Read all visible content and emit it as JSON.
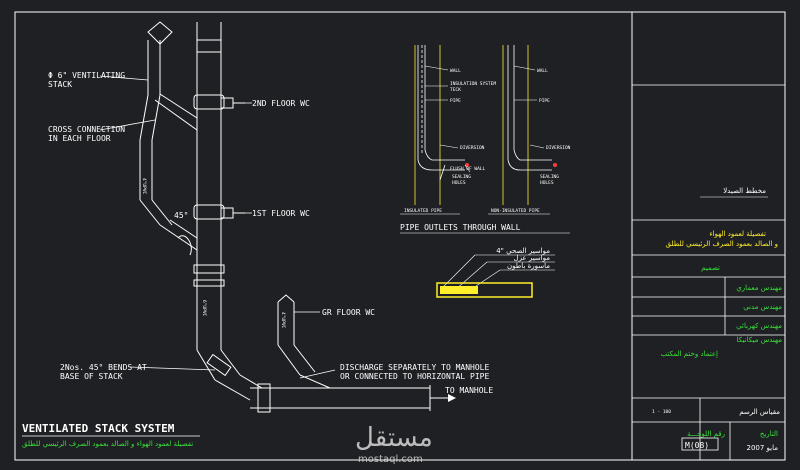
{
  "drawing": {
    "labels": {
      "vent_stack": "Φ 6\" VENTILATING",
      "vent_stack_2": "STACK",
      "cross_connection": "CROSS CONNECTION",
      "cross_connection_2": "IN EACH FLOOR",
      "floor_2": "2ND FLOOR WC",
      "floor_1": "1ST FLOOR WC",
      "floor_gf": "GR FLOOR WC",
      "bends": "2Nos. 45° BENDS AT",
      "bends_2": "BASE OF STACK",
      "discharge": "DISCHARGE SEPARATELY TO MANHOLE",
      "discharge_2": "OR CONNECTED TO HORIZONTAL PIPE",
      "to_manhole": "TO MANHOLE",
      "pipe_vert_1": "4\"UPVC",
      "pipe_vert_2": "6\"UPVC",
      "pipe_vert_3": "4\"UPVC",
      "angle": "45°",
      "ins_wall": "WALL",
      "ins_system": "INSULATION SYSTEM",
      "ins_system_2": "TECK",
      "ins_pipe": "PIPE",
      "ins_diversion": "DIVERSION",
      "ins_flush": "FLUSH OF WALL",
      "ins_sealing": "SEALING",
      "ins_sealing_2": "HOLES",
      "nonins_wall": "WALL",
      "nonins_pipe": "PIPE",
      "nonins_diversion": "DIVERSION",
      "nonins_sealing": "SEALING",
      "nonins_sealing_2": "HOLES",
      "insulated_caption": "INSULATED PIPE",
      "noninsulated_caption": "NON-INSULATED PIPE",
      "pipe_outlets_title": "PIPE OUTLETS THROUGH WALL",
      "legend_1": "4\" مواسير الصحي",
      "legend_2": "مواسير عزل",
      "legend_3": "ماسورة باطون",
      "main_title": "VENTILATED STACK SYSTEM",
      "main_subtitle": "تفصيلة لعمود الهواء و الصالد بعمود الصرف الرئيسي للطلق"
    }
  },
  "title_block": {
    "project_name": "مخطط الصيدلا",
    "details_1": "تفصيلة لعمود الهواء",
    "details_2": "و  الصالد بعمود الصرف الرئيسي للطلق",
    "design": "تصميم",
    "arch_engineer": "مهندس معماري",
    "civil_engineer": "مهندس مدني",
    "elec_engineer": "مهندس كهربائي",
    "mech_engineer": "مهندس ميكانيكا",
    "approval": "إعتماد وختم المكتب",
    "scale_label": "مقياس الرسم",
    "scale_value": "1 - 100",
    "sheet_label": "رقم اللوحـــة",
    "sheet_value": "M(08)",
    "date_label": "التاريخ",
    "date_value": "مايو 2007"
  },
  "watermark": {
    "arabic": "مستقل",
    "latin": "mostaql.com"
  },
  "colors": {
    "background": "#1f2024",
    "lines": "#ffffff",
    "yellow": "#ffef2a",
    "green": "#39e03a",
    "red": "#ff3b3b"
  }
}
